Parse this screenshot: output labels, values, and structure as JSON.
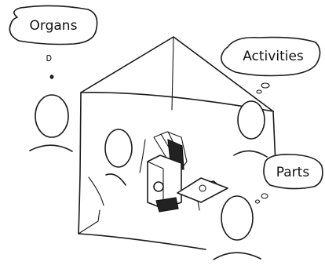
{
  "bubbles": {
    "organs": "Organs",
    "activities": "Activities",
    "parts": "Parts"
  }
}
